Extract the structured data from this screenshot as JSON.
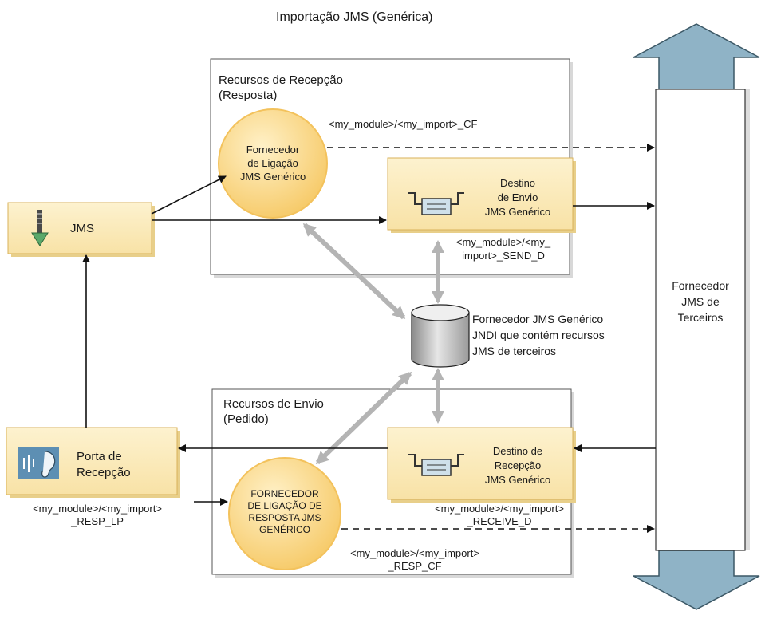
{
  "title": "Importação JMS (Genérica)",
  "receive_resources": {
    "line1": "Recursos de Recepção",
    "line2": "(Resposta)",
    "conn_factory": [
      "Fornecedor",
      "de Ligação",
      "JMS Genérico"
    ],
    "cf_name": "<my_module>/<my_import>_CF",
    "send_dest": [
      "Destino",
      "de Envio",
      "JMS Genérico"
    ],
    "send_dest_name": [
      "<my_module>/<my_",
      "import>_SEND_D"
    ]
  },
  "send_resources": {
    "line1": "Recursos de Envio",
    "line2": "(Pedido)",
    "resp_conn_factory": [
      "FORNECEDOR",
      "DE LIGAÇÃO DE",
      "RESPOSTA JMS",
      "GENÉRICO"
    ],
    "resp_cf_name": [
      "<my_module>/<my_import>",
      "_RESP_CF"
    ],
    "recv_dest": [
      "Destino de",
      "Recepção",
      "JMS Genérico"
    ],
    "recv_dest_name": [
      "<my_module>/<my_import>",
      "_RECEIVE_D"
    ]
  },
  "jms_box": "JMS",
  "receive_port": [
    "Porta de",
    "Recepção"
  ],
  "receive_port_name": [
    "<my_module>/<my_import>",
    "_RESP_LP"
  ],
  "jndi": [
    "Fornecedor JMS Genérico",
    "JNDI que contém recursos",
    "JMS de terceiros"
  ],
  "third_party": [
    "Fornecedor",
    "JMS de",
    "Terceiros"
  ],
  "colors": {
    "box_fill": "#fbe9b8",
    "box_border": "#d9b25a",
    "circle_fill": "#fbd98c",
    "arrow_fill": "#8fb3c6",
    "connector_gray": "#b4b4b4"
  },
  "icons": [
    "jms-download-icon",
    "queue-tray-icon",
    "ear-sound-icon",
    "database-cylinder-icon"
  ]
}
